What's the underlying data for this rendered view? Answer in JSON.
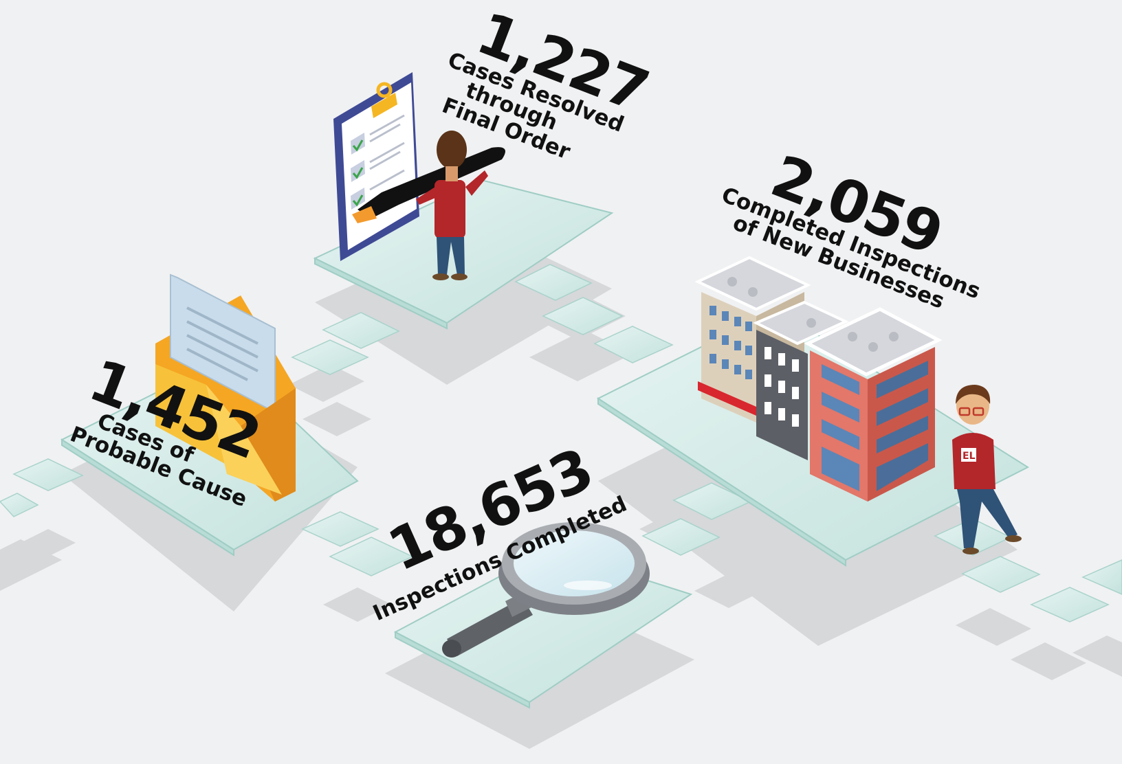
{
  "stats": [
    {
      "id": "cases-resolved",
      "number": "1,227",
      "label_lines": [
        "Cases Resolved",
        "through",
        "Final Order"
      ]
    },
    {
      "id": "completed-inspections-new-businesses",
      "number": "2,059",
      "label_lines": [
        "Completed Inspections",
        "of New Businesses"
      ]
    },
    {
      "id": "probable-cause",
      "number": "1,452",
      "label_lines": [
        "Cases of",
        "Probable Cause"
      ]
    },
    {
      "id": "inspections-completed",
      "number": "18,653",
      "label_lines": [
        "Inspections Completed"
      ]
    }
  ],
  "illustrations": {
    "clipboard_person": "clipboard-with-checklist-and-person-holding-pen",
    "envelope": "open-envelope-with-letter",
    "buildings": "city-buildings-block",
    "person_standing": "standing-man-with-glasses",
    "magnifier": "magnifying-glass"
  },
  "badge_text": "EL",
  "colors": {
    "background": "#f0f1f2",
    "glass": "#d3ebe7",
    "shadow": "#d6d8da",
    "text": "#111111",
    "shirt": "#b3262a",
    "envelope": "#f5b623",
    "clipboard": "#4a57a3",
    "brick": "#e2776a"
  }
}
